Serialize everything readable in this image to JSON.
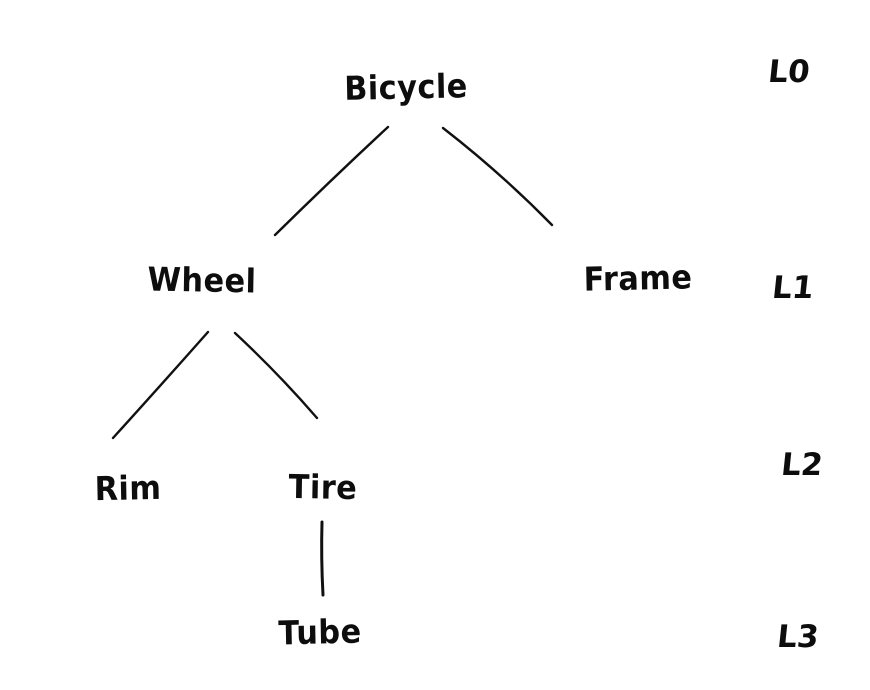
{
  "diagram": {
    "type": "tree",
    "background_color": "#ffffff",
    "ink_color": "#111111",
    "nodes": [
      {
        "id": "bicycle",
        "label": "Bicycle",
        "level": 0
      },
      {
        "id": "wheel",
        "label": "Wheel",
        "level": 1
      },
      {
        "id": "frame",
        "label": "Frame",
        "level": 1
      },
      {
        "id": "rim",
        "label": "Rim",
        "level": 2
      },
      {
        "id": "tire",
        "label": "Tire",
        "level": 2
      },
      {
        "id": "tube",
        "label": "Tube",
        "level": 3
      }
    ],
    "edges": [
      {
        "from": "Bicycle",
        "to": "Wheel"
      },
      {
        "from": "Bicycle",
        "to": "Frame"
      },
      {
        "from": "Wheel",
        "to": "Rim"
      },
      {
        "from": "Wheel",
        "to": "Tire"
      },
      {
        "from": "Tire",
        "to": "Tube"
      }
    ],
    "level_labels": [
      {
        "label": "L0"
      },
      {
        "label": "L1"
      },
      {
        "label": "L2"
      },
      {
        "label": "L3"
      }
    ]
  }
}
